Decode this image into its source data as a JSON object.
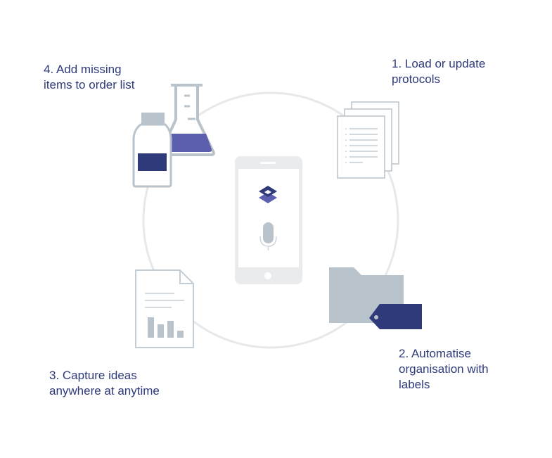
{
  "steps": [
    {
      "number": "1.",
      "lines": [
        "1. Load or update",
        "protocols"
      ]
    },
    {
      "number": "2.",
      "lines": [
        "2. Automatise",
        "organisation with",
        "labels"
      ]
    },
    {
      "number": "3.",
      "lines": [
        "3. Capture ideas",
        "anywhere at anytime"
      ]
    },
    {
      "number": "4.",
      "lines": [
        "4. Add missing",
        "items to order list"
      ]
    }
  ],
  "colors": {
    "navy": "#2e3a7a",
    "purple": "#5b5fae",
    "grey": "#b9c3cc",
    "circle": "#e6e8ea",
    "phone": "#e9ebed"
  }
}
